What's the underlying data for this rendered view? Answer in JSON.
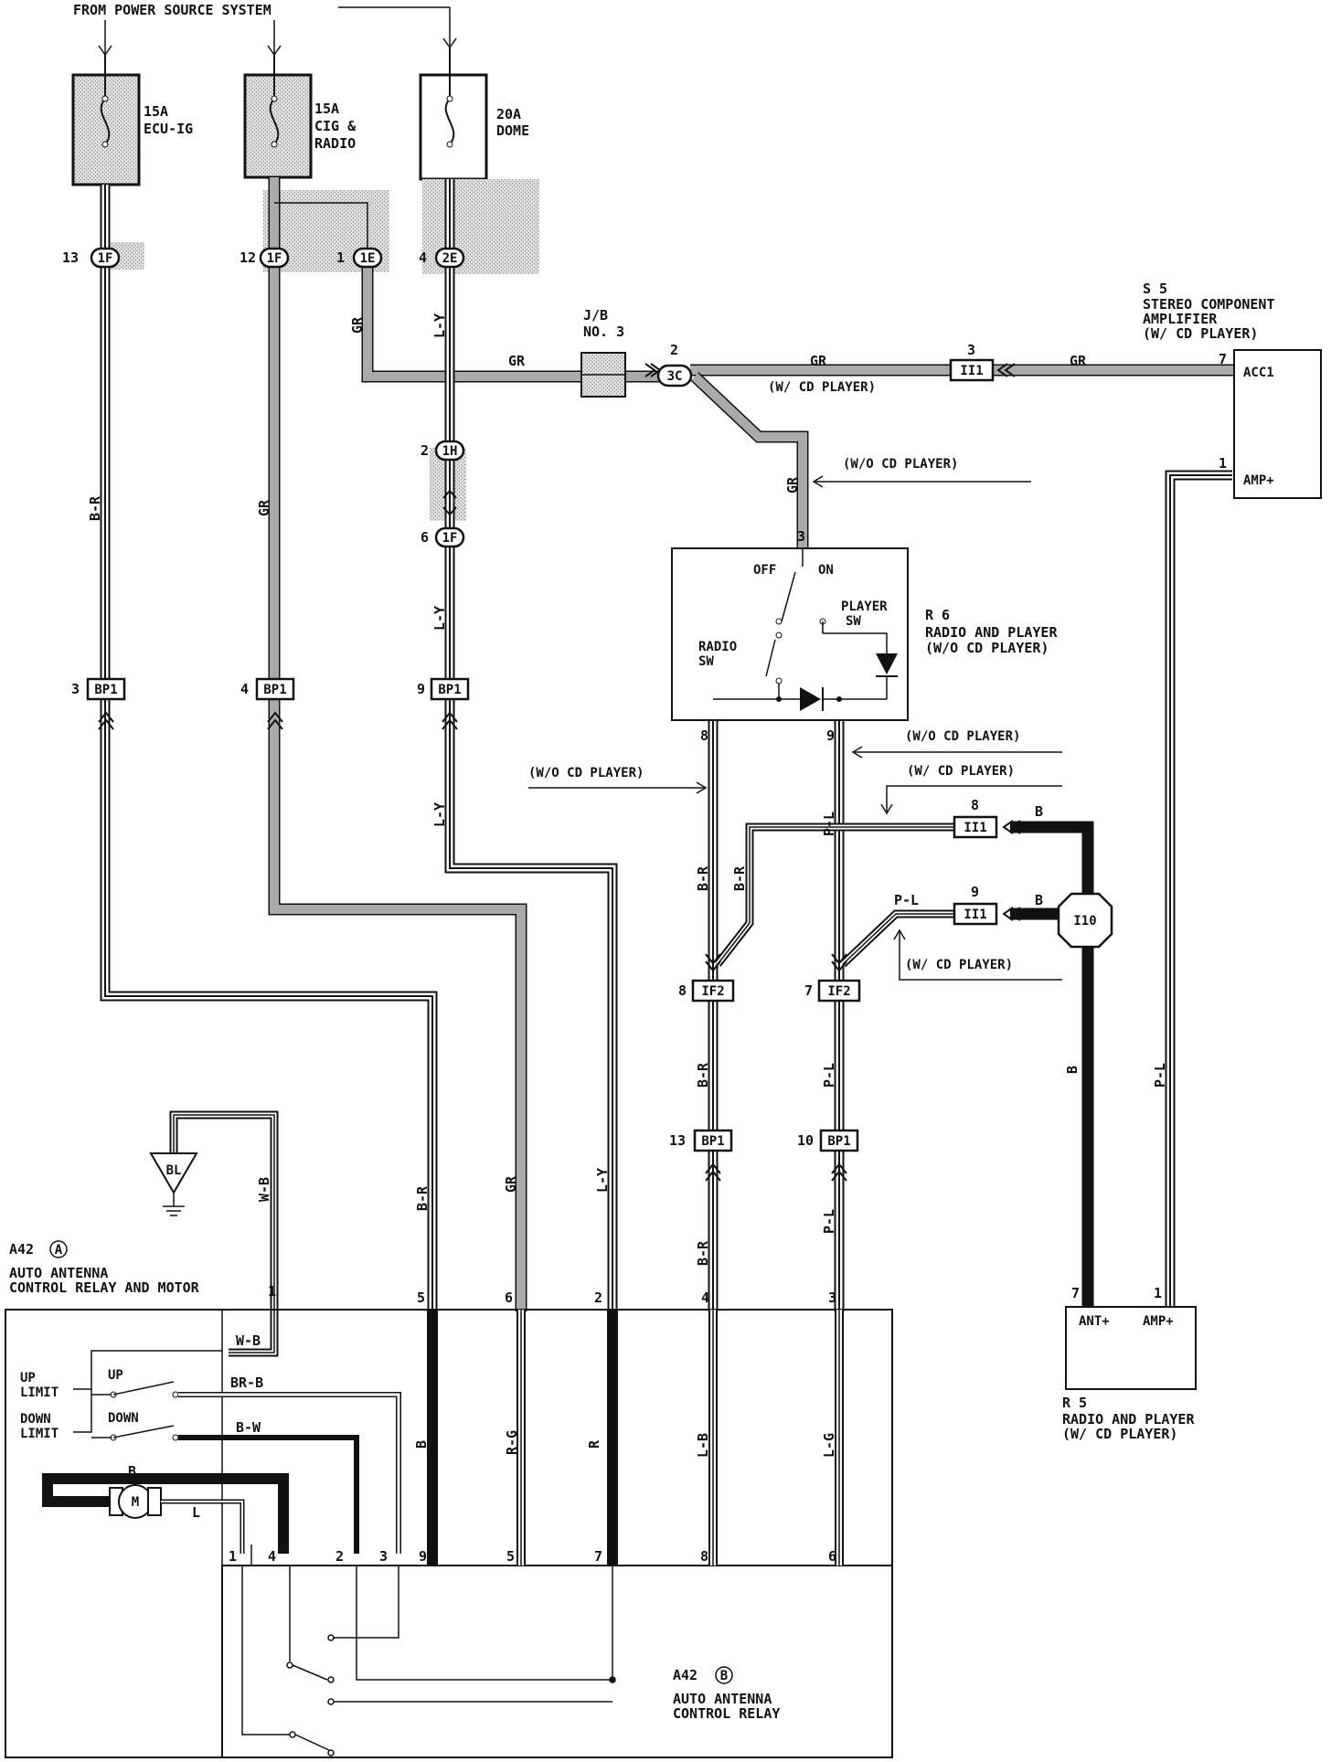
{
  "header": "FROM POWER SOURCE SYSTEM",
  "fuses": [
    {
      "amps": "15A",
      "name1": "ECU-IG",
      "name2": ""
    },
    {
      "amps": "15A",
      "name1": "CIG &",
      "name2": "RADIO"
    },
    {
      "amps": "20A",
      "name1": "DOME",
      "name2": ""
    }
  ],
  "connectors": {
    "c1F_a": "1F",
    "c1F_b": "1F",
    "c1E": "1E",
    "c2E": "2E",
    "c1H": "1H",
    "c1F_c": "1F",
    "c3C": "3C",
    "ii1_top": "II1",
    "ii1_mid": "II1",
    "ii1_low": "II1",
    "bp1_a": "BP1",
    "bp1_b": "BP1",
    "bp1_c": "BP1",
    "bp1_d": "BP1",
    "bp1_e": "BP1",
    "if2_a": "IF2",
    "if2_b": "IF2",
    "i10": "I10"
  },
  "pins": {
    "p13": "13",
    "p12": "12",
    "p1": "1",
    "p4": "4",
    "p2a": "2",
    "p6": "6",
    "p2b": "2",
    "p3a": "3",
    "p7a": "7",
    "p1b": "1",
    "p3b": "3",
    "p8a": "8",
    "p9a": "9",
    "p8b": "8",
    "p9b": "9",
    "p3c": "3",
    "p4c": "4",
    "p9c": "9",
    "p8c": "8",
    "p7c": "7",
    "p13c": "13",
    "p10c": "10",
    "a1": "1",
    "a5": "5",
    "a6": "6",
    "a2": "2",
    "a4": "4",
    "a3": "3",
    "b1": "1",
    "b4": "4",
    "b2": "2",
    "b3": "3",
    "b9": "9",
    "b5": "5",
    "b7": "7",
    "b8": "8",
    "b6": "6",
    "r7": "7",
    "r1": "1"
  },
  "wire_labels": {
    "br_1": "B-R",
    "gr_1": "GR",
    "ly_1": "L-Y",
    "gr_2": "GR",
    "ly_2": "L-Y",
    "ly_3": "L-Y",
    "gr_h1": "GR",
    "gr_h2": "GR",
    "gr_h3": "GR",
    "gr_v": "GR",
    "br_2": "B-R",
    "br_3": "B-R",
    "br_4": "B-R",
    "br_5": "B-R",
    "pl_1": "P-L",
    "pl_2": "P-L",
    "pl_3": "P-L",
    "pl_4": "P-L",
    "pl_5": "P-L",
    "b_1": "B",
    "b_2": "B",
    "b_3": "B",
    "br_6": "B-R",
    "gr_3": "GR",
    "ly_4": "L-Y",
    "wb_1": "W-B",
    "wb_2": "W-B",
    "brb": "BR-B",
    "bw": "B-W",
    "b_4": "B",
    "l_1": "L",
    "b_5": "B",
    "rg": "R-G",
    "r": "R",
    "lb": "L-B",
    "lg": "L-G"
  },
  "jb": {
    "line1": "J/B",
    "line2": "NO. 3"
  },
  "notes": {
    "w_cd_1": "(W/ CD PLAYER)",
    "wo_cd_1": "(W/O CD PLAYER)",
    "wo_cd_2": "(W/O CD PLAYER)",
    "wo_cd_3": "(W/O CD PLAYER)",
    "w_cd_2": "(W/ CD PLAYER)",
    "w_cd_3": "(W/ CD PLAYER)"
  },
  "s5": {
    "code": "S 5",
    "line1": "STEREO COMPONENT",
    "line2": "AMPLIFIER",
    "line3": "(W/ CD PLAYER)",
    "acc": "ACC1",
    "amp": "AMP+"
  },
  "r6": {
    "code": "R 6",
    "line1": "RADIO AND PLAYER",
    "line2": "(W/O CD PLAYER)",
    "off": "OFF",
    "on": "ON",
    "player": "PLAYER",
    "sw1": "SW",
    "radio": "RADIO",
    "sw2": "SW"
  },
  "r5": {
    "code": "R 5",
    "line1": "RADIO AND PLAYER",
    "line2": "(W/ CD PLAYER)",
    "ant": "ANT+",
    "amp": "AMP+"
  },
  "ground": "BL",
  "a42a": {
    "code": "A42",
    "letter": "A",
    "line1": "AUTO ANTENNA",
    "line2": "CONTROL RELAY AND MOTOR",
    "up_limit_1": "UP",
    "up_limit_2": "LIMIT",
    "down_limit_1": "DOWN",
    "down_limit_2": "LIMIT",
    "up": "UP",
    "down": "DOWN",
    "motor": "M"
  },
  "a42b": {
    "code": "A42",
    "letter": "B",
    "line1": "AUTO ANTENNA",
    "line2": "CONTROL RELAY"
  }
}
